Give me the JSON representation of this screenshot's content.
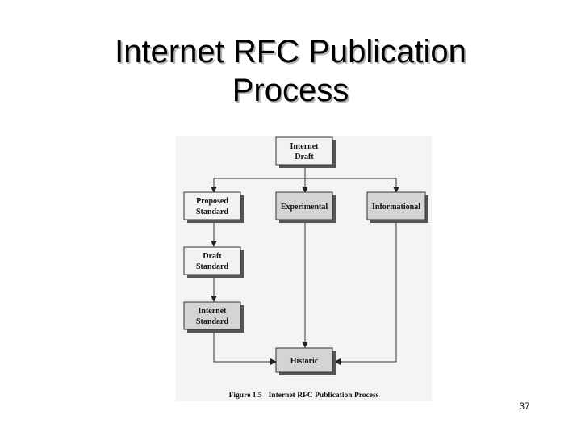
{
  "title": {
    "line1": "Internet RFC Publication",
    "line2": "Process"
  },
  "diagram": {
    "nodes": {
      "internet_draft": [
        "Internet",
        "Draft"
      ],
      "proposed_standard": [
        "Proposed",
        "Standard"
      ],
      "experimental": [
        "Experimental"
      ],
      "informational": [
        "Informational"
      ],
      "draft_standard": [
        "Draft",
        "Standard"
      ],
      "internet_standard": [
        "Internet",
        "Standard"
      ],
      "historic": [
        "Historic"
      ]
    },
    "caption_number": "Figure 1.5",
    "caption_text": "Internet RFC Publication Process"
  },
  "page_number": "37"
}
